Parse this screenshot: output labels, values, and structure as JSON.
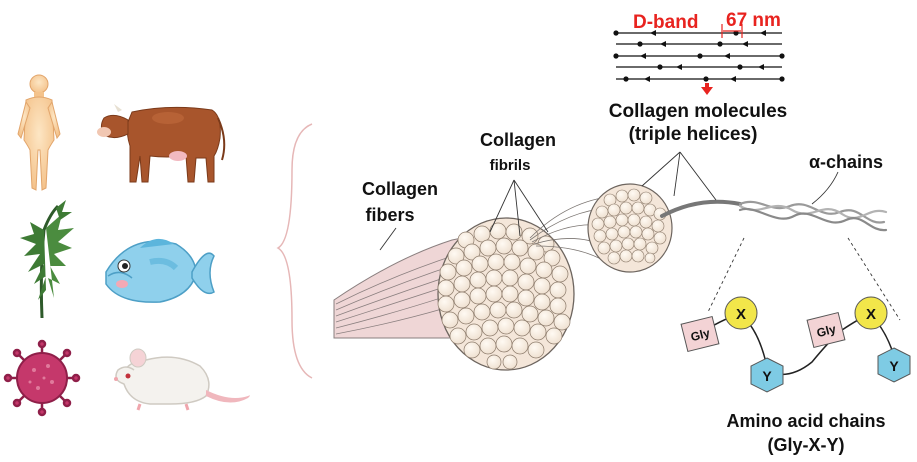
{
  "labels": {
    "d_band": "D-band",
    "period": "67 nm",
    "molecules_line1": "Collagen molecules",
    "molecules_line2": "(triple helices)",
    "alpha_chains": "α-chains",
    "fibrils_line1": "Collagen",
    "fibrils_line2": "fibrils",
    "fibers_line1": "Collagen",
    "fibers_line2": "fibers",
    "amino_line1": "Amino acid chains",
    "amino_line2": "(Gly-X-Y)"
  },
  "residues": {
    "gly": "Gly",
    "x": "X",
    "y": "Y"
  },
  "sources": [
    "human",
    "cow",
    "seaweed",
    "fish",
    "microbe",
    "mouse"
  ],
  "icons": [
    "human-icon",
    "cow-icon",
    "seaweed-icon",
    "fish-icon",
    "microbe-icon",
    "mouse-icon"
  ],
  "colors": {
    "label_red": "#e8231f",
    "fiber_pink": "#efd6d6",
    "fibril_cream": "#f8ece2",
    "gly_pink": "#f3d3d5",
    "x_yellow": "#f2e64a",
    "y_blue": "#7ecbe4",
    "brace": "#e6b7b7"
  }
}
